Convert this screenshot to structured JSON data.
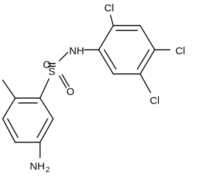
{
  "molecule": {
    "atoms": {
      "nitrogen_h": "NH",
      "sulfur": "S",
      "oxygen_top": "O",
      "oxygen_bottom": "O",
      "amine": "NH",
      "amine_sub": "2",
      "chloro_top": "Cl",
      "chloro_right": "Cl",
      "chloro_bottom": "Cl"
    }
  },
  "colors": {
    "bond": "#000000",
    "label": "#000000",
    "background": "#ffffff"
  }
}
